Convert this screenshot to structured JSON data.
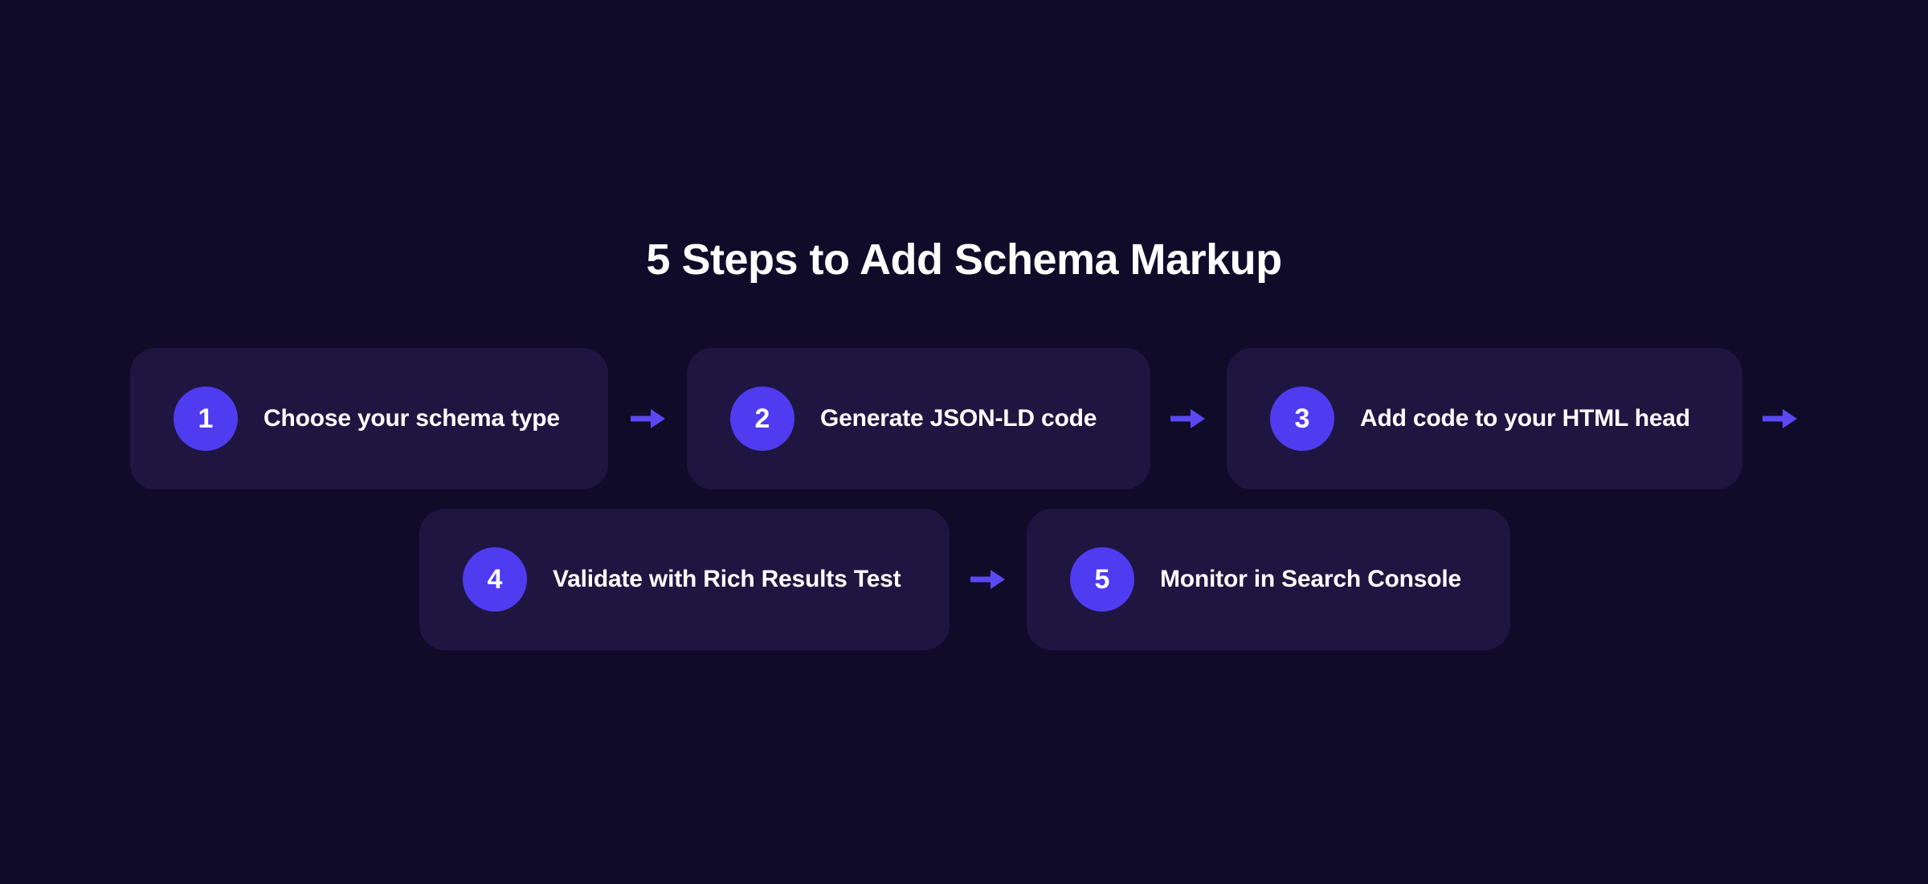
{
  "title": "5 Steps to Add Schema Markup",
  "steps": [
    {
      "number": "1",
      "label": "Choose your schema type"
    },
    {
      "number": "2",
      "label": "Generate JSON-LD code"
    },
    {
      "number": "3",
      "label": "Add code to your HTML head"
    },
    {
      "number": "4",
      "label": "Validate with Rich Results Test"
    },
    {
      "number": "5",
      "label": "Monitor in Search Console"
    }
  ],
  "icons": {
    "between_steps": "arrow-right-icon"
  },
  "colors": {
    "background": "#100b28",
    "card": "#1e1641",
    "badge": "#4f3cf0",
    "arrow": "#5a49f2",
    "text": "#ffffff"
  }
}
